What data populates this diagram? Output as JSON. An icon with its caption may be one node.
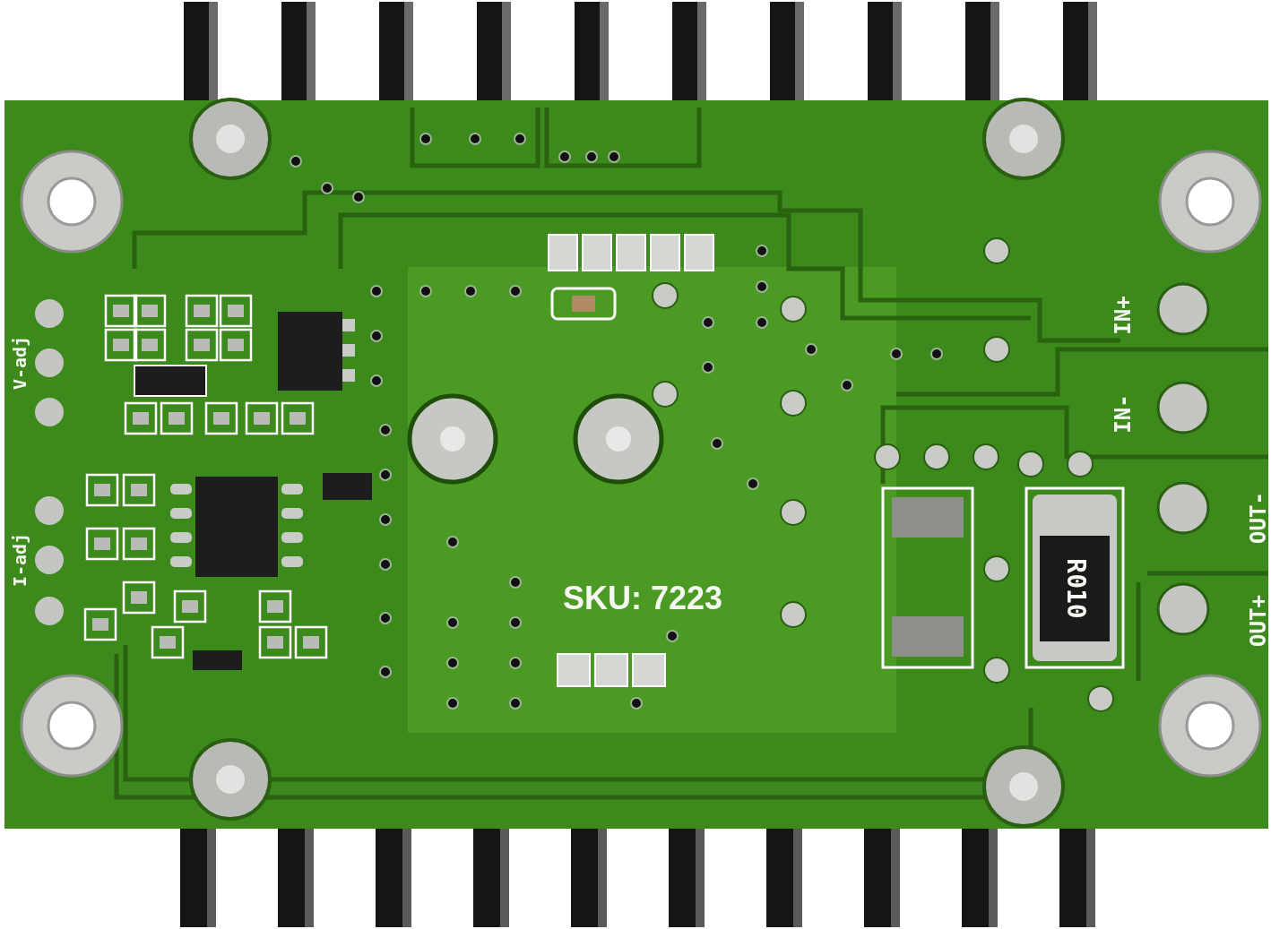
{
  "diagram": {
    "labels": [
      "V-adj",
      "I-adj",
      "IN+",
      "IN-",
      "OUT-",
      "OUT+",
      "SKU: 7223",
      "R010"
    ]
  }
}
